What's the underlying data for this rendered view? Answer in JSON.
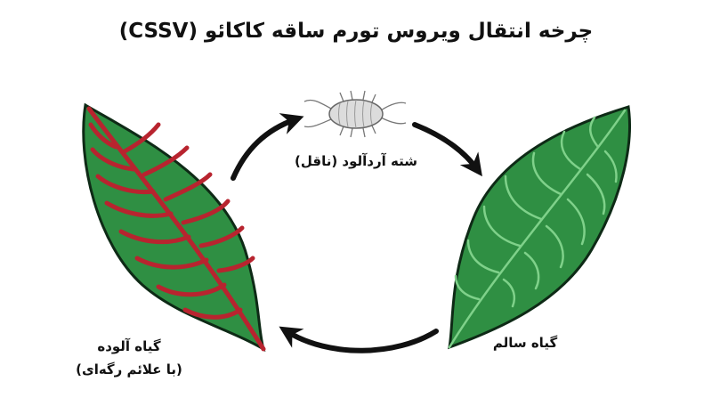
{
  "diagram": {
    "title": "چرخه انتقال ویروس تورم ساقه کاکائو (CSSV)",
    "vector": {
      "label": "شته آردآلود (ناقل)",
      "icon": "mealybug-icon"
    },
    "healthy_plant": {
      "label": "گیاه سالم",
      "icon": "green-leaf-icon"
    },
    "infected_plant": {
      "label_line1": "گیاه آلوده",
      "label_line2": "(با علائم رگه‌ای)",
      "icon": "red-veined-leaf-icon"
    },
    "colors": {
      "leaf_green": "#2f8f43",
      "leaf_dark_green": "#1f6b34",
      "leaf_outline": "#0e2a16",
      "vein_light": "#7fd18a",
      "vein_red": "#b8242f",
      "arrow": "#111111",
      "insect_body": "#dcdcdc"
    }
  }
}
